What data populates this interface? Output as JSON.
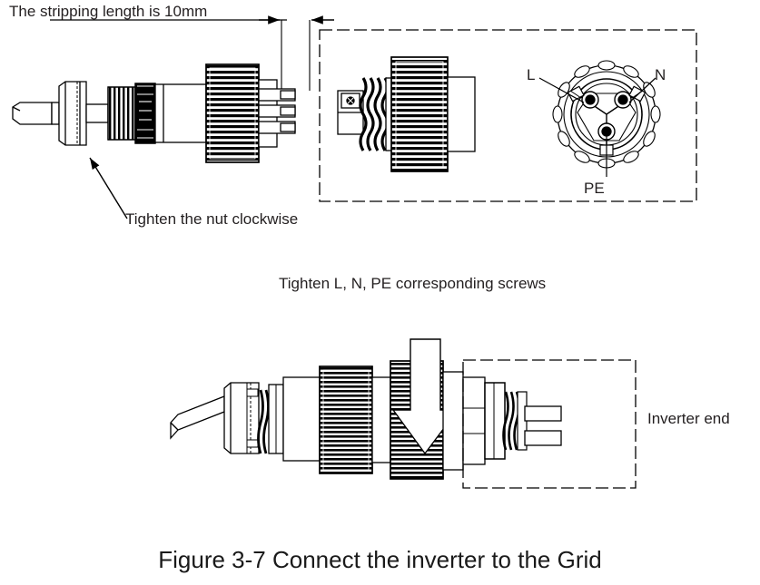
{
  "figure": {
    "caption": "Figure 3-7 Connect the inverter to the Grid"
  },
  "top_diagram": {
    "stripping_note": "The stripping length is 10mm",
    "nut_note": "Tighten the nut clockwise",
    "dimension_value": "10mm",
    "connector_face": {
      "terminals": [
        {
          "id": "L",
          "label": "L",
          "position": "upper-left"
        },
        {
          "id": "N",
          "label": "N",
          "position": "upper-right"
        },
        {
          "id": "PE",
          "label": "PE",
          "position": "bottom"
        }
      ]
    }
  },
  "middle_note": {
    "text": "Tighten L, N, PE corresponding screws"
  },
  "bottom_diagram": {
    "inverter_end_label": "Inverter end",
    "insertion_arrow": "down-arrow"
  },
  "colors": {
    "line": "#000000",
    "text": "#231f20",
    "caption": "#1a1a1a",
    "background": "#ffffff",
    "fill_dark": "#000000",
    "fill_light": "#ffffff"
  }
}
